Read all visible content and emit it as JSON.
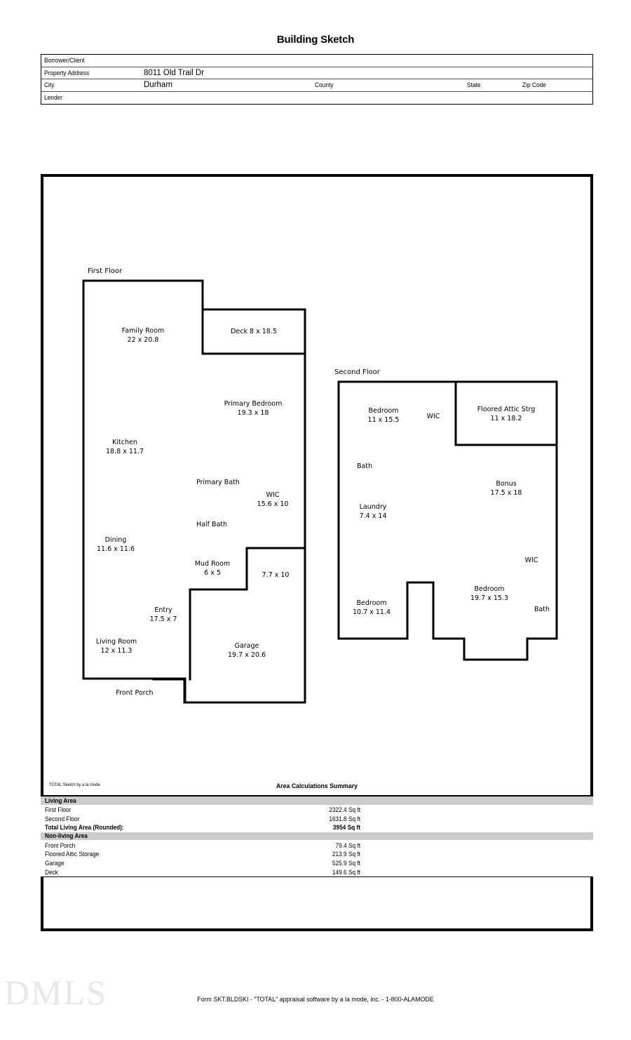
{
  "document": {
    "title": "Building Sketch",
    "sketch_credit": "TOTAL Sketch by a la mode",
    "footer": "Form SKT.BLDSKI - \"TOTAL\" appraisal software by a la mode, inc. - 1-800-ALAMODE",
    "watermark": "DMLS"
  },
  "header": {
    "rows": [
      {
        "label": "Borrower/Client",
        "value": ""
      },
      {
        "label": "Property Address",
        "value": "8011 Old Trail Dr"
      },
      {
        "label": "City",
        "value": "Durham"
      },
      {
        "label": "Lender",
        "value": ""
      }
    ],
    "city_row_columns": {
      "county_label": "County",
      "county_value": "",
      "state_label": "State",
      "state_value": "",
      "zip_label": "Zip Code",
      "zip_value": ""
    }
  },
  "sketch": {
    "first_floor": {
      "title": "First Floor",
      "labels": [
        {
          "name": "family-room",
          "line1": "Family Room",
          "line2": "22 x 20.8"
        },
        {
          "name": "deck",
          "line1": "Deck 8 x 18.5",
          "line2": ""
        },
        {
          "name": "primary-bedroom",
          "line1": "Primary Bedroom",
          "line2": "19.3 x 18"
        },
        {
          "name": "kitchen",
          "line1": "Kitchen",
          "line2": "18.8 x 11.7"
        },
        {
          "name": "primary-bath",
          "line1": "Primary Bath",
          "line2": ""
        },
        {
          "name": "wic",
          "line1": "WIC",
          "line2": "15.6 x 10"
        },
        {
          "name": "half-bath",
          "line1": "Half Bath",
          "line2": ""
        },
        {
          "name": "dining",
          "line1": "Dining",
          "line2": "11.6 x 11.6"
        },
        {
          "name": "mud-room",
          "line1": "Mud Room",
          "line2": "6 x 5"
        },
        {
          "name": "bonus-closet",
          "line1": "7.7 x 10",
          "line2": ""
        },
        {
          "name": "entry",
          "line1": "Entry",
          "line2": "17.5 x 7"
        },
        {
          "name": "living-room",
          "line1": "Living Room",
          "line2": "12 x 11.3"
        },
        {
          "name": "garage",
          "line1": "Garage",
          "line2": "19.7 x 20.6"
        },
        {
          "name": "front-porch",
          "line1": "Front Porch",
          "line2": ""
        }
      ]
    },
    "second_floor": {
      "title": "Second Floor",
      "labels": [
        {
          "name": "bedroom-upper-left",
          "line1": "Bedroom",
          "line2": "11 x 15.5"
        },
        {
          "name": "wic-upper-left",
          "line1": "WIC",
          "line2": ""
        },
        {
          "name": "floored-attic-storage",
          "line1": "Floored Attic Strg",
          "line2": "11 x 18.2"
        },
        {
          "name": "bath-upper-left",
          "line1": "Bath",
          "line2": ""
        },
        {
          "name": "bonus",
          "line1": "Bonus",
          "line2": "17.5 x 18"
        },
        {
          "name": "laundry",
          "line1": "Laundry",
          "line2": "7.4 x 14"
        },
        {
          "name": "wic-right",
          "line1": "WIC",
          "line2": ""
        },
        {
          "name": "bedroom-lower-left",
          "line1": "Bedroom",
          "line2": "10.7 x 11.4"
        },
        {
          "name": "bedroom-lower-right",
          "line1": "Bedroom",
          "line2": "19.7 x 15.3"
        },
        {
          "name": "bath-lower-right",
          "line1": "Bath",
          "line2": ""
        }
      ]
    }
  },
  "summary": {
    "heading": "Area Calculations Summary",
    "sections": [
      {
        "title": "Living Area",
        "rows": [
          {
            "label": "First Floor",
            "value": "2322.4 Sq ft",
            "total": false
          },
          {
            "label": "Second Floor",
            "value": "1631.8 Sq ft",
            "total": false
          },
          {
            "label": "Total Living Area (Rounded):",
            "value": "3954 Sq ft",
            "total": true
          }
        ]
      },
      {
        "title": "Non-living Area",
        "rows": [
          {
            "label": "Front Porch",
            "value": "79.4 Sq ft",
            "total": false
          },
          {
            "label": "Floored Attic Storage",
            "value": "213.9 Sq ft",
            "total": false
          },
          {
            "label": "Garage",
            "value": "525.9 Sq ft",
            "total": false
          },
          {
            "label": "Deck",
            "value": "149.6 Sq ft",
            "total": false
          }
        ]
      }
    ]
  }
}
